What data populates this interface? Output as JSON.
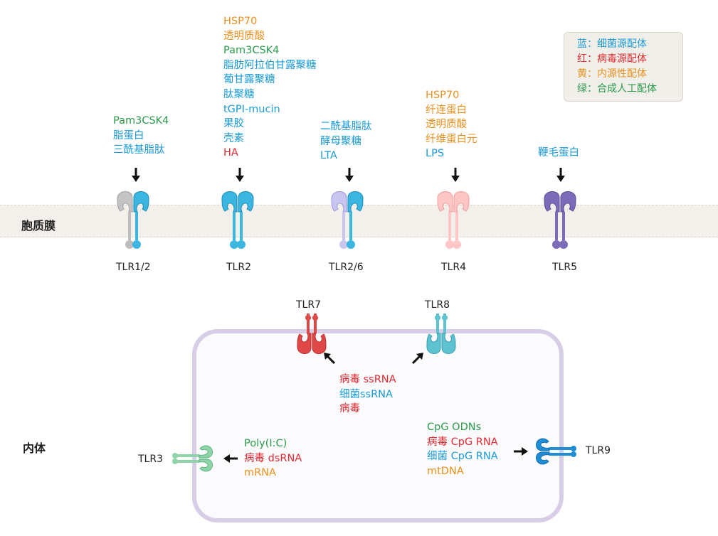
{
  "sections": {
    "membrane": "胞质膜",
    "endosome": "内体"
  },
  "colors": {
    "bacterial": "#1a9ad6",
    "viral": "#e02a2f",
    "endogenous": "#e8901e",
    "synthetic": "#2b9a4a"
  },
  "legend": [
    {
      "text": "蓝：细菌源配体",
      "category": "bacterial"
    },
    {
      "text": "红：病毒源配体",
      "category": "viral"
    },
    {
      "text": "黄：内源性配体",
      "category": "endogenous"
    },
    {
      "text": "绿：合成人工配体",
      "category": "synthetic"
    }
  ],
  "receptors": {
    "tlr12": {
      "label": "TLR1/2",
      "ligands": [
        {
          "text": "Pam3CSK4",
          "category": "synthetic"
        },
        {
          "text": "脂蛋白",
          "category": "bacterial"
        },
        {
          "text": "三酰基脂肽",
          "category": "bacterial"
        }
      ]
    },
    "tlr2": {
      "label": "TLR2",
      "ligands": [
        {
          "text": "HSP70",
          "category": "endogenous"
        },
        {
          "text": "透明质酸",
          "category": "endogenous"
        },
        {
          "text": "Pam3CSK4",
          "category": "synthetic"
        },
        {
          "text": "脂肪阿拉伯甘露聚糖",
          "category": "bacterial"
        },
        {
          "text": "葡甘露聚糖",
          "category": "bacterial"
        },
        {
          "text": "肽聚糖",
          "category": "bacterial"
        },
        {
          "text": "tGPI-mucin",
          "category": "bacterial"
        },
        {
          "text": "果胶",
          "category": "bacterial"
        },
        {
          "text": "壳素",
          "category": "bacterial"
        },
        {
          "text": "HA",
          "category": "viral"
        }
      ]
    },
    "tlr26": {
      "label": "TLR2/6",
      "ligands": [
        {
          "text": "二酰基脂肽",
          "category": "bacterial"
        },
        {
          "text": "酵母聚糖",
          "category": "bacterial"
        },
        {
          "text": "LTA",
          "category": "bacterial"
        }
      ]
    },
    "tlr4": {
      "label": "TLR4",
      "ligands": [
        {
          "text": "HSP70",
          "category": "endogenous"
        },
        {
          "text": "纤连蛋白",
          "category": "endogenous"
        },
        {
          "text": "透明质酸",
          "category": "endogenous"
        },
        {
          "text": "纤维蛋白元",
          "category": "endogenous"
        },
        {
          "text": "LPS",
          "category": "bacterial"
        }
      ]
    },
    "tlr5": {
      "label": "TLR5",
      "ligands": [
        {
          "text": "鞭毛蛋白",
          "category": "bacterial"
        }
      ]
    },
    "tlr78": {
      "label7": "TLR7",
      "label8": "TLR8",
      "ligands": [
        {
          "text": "病毒 ssRNA",
          "category": "viral"
        },
        {
          "text": "细菌ssRNA",
          "category": "bacterial"
        },
        {
          "text": "病毒",
          "category": "viral"
        }
      ]
    },
    "tlr3": {
      "label": "TLR3",
      "ligands": [
        {
          "text": "Poly(I:C)",
          "category": "synthetic"
        },
        {
          "text": "病毒 dsRNA",
          "category": "viral"
        },
        {
          "text": "mRNA",
          "category": "endogenous"
        }
      ]
    },
    "tlr9": {
      "label": "TLR9",
      "ligands": [
        {
          "text": "CpG ODNs",
          "category": "synthetic"
        },
        {
          "text": "病毒 CpG RNA",
          "category": "viral"
        },
        {
          "text": "细菌 CpG RNA",
          "category": "bacterial"
        },
        {
          "text": "mtDNA",
          "category": "endogenous"
        }
      ]
    }
  }
}
